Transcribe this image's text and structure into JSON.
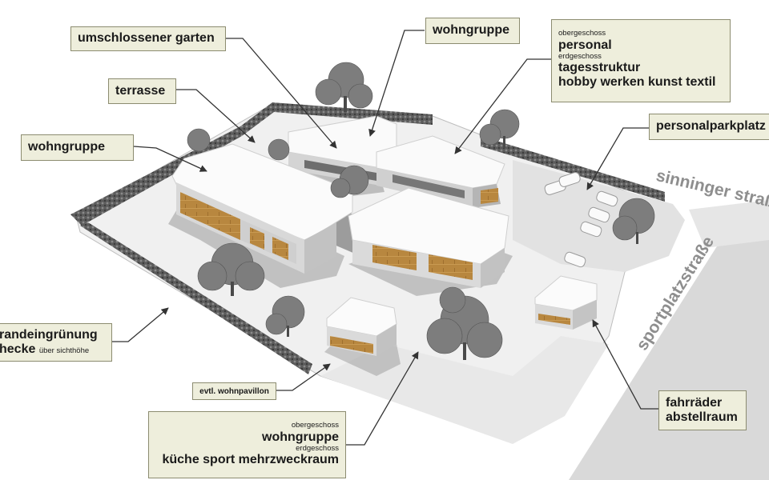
{
  "labels": {
    "garten": "umschlossener garten",
    "wohngruppe_top": "wohngruppe",
    "terrasse": "terrasse",
    "wohngruppe_left": "wohngruppe",
    "admin": {
      "og_caption": "obergeschoss",
      "og_title": "personal",
      "eg_caption": "erdgeschoss",
      "eg_title": "tagesstruktur",
      "eg_detail": "hobby werken kunst textil"
    },
    "parking": "personalparkplatz",
    "randbegruenung": {
      "line1": "randeingrünung",
      "line2": "hecke",
      "line2_small": "über sichthöhe"
    },
    "pavillon": "evtl. wohnpavillon",
    "south": {
      "og_caption": "obergeschoss",
      "og_title": "wohngruppe",
      "eg_caption": "erdgeschoss",
      "eg_title": "küche sport mehrzweckraum"
    },
    "bikes": {
      "line1": "fahrräder",
      "line2": "abstellraum"
    }
  },
  "streets": {
    "sinninger": "sinninger straße",
    "sportplatz": "sportplatzstraße"
  },
  "colors": {
    "label_bg": "#eeeedc",
    "label_border": "#8c8c70",
    "facade_wood": "#b8873f",
    "arrow": "#333333"
  }
}
